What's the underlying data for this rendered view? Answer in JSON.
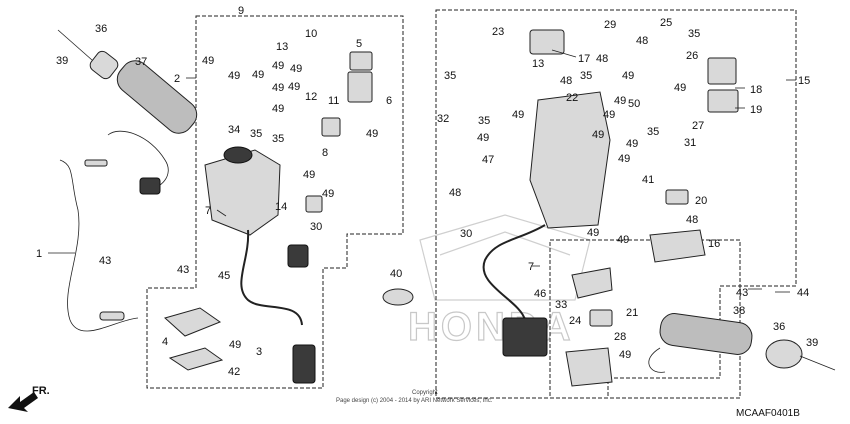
{
  "diagram": {
    "code": "MCAAF0401B",
    "footer": "Page design (c) 2004 - 2014 by ARI Network Services, Inc.",
    "copyright": "Copyright",
    "watermark": "HONDA",
    "direction_label": "FR."
  },
  "callouts": [
    {
      "id": "c1",
      "text": "1"
    },
    {
      "id": "c2",
      "text": "2"
    },
    {
      "id": "c3",
      "text": "3"
    },
    {
      "id": "c4",
      "text": "4"
    },
    {
      "id": "c5",
      "text": "5"
    },
    {
      "id": "c6",
      "text": "6"
    },
    {
      "id": "c7a",
      "text": "7"
    },
    {
      "id": "c7b",
      "text": "7"
    },
    {
      "id": "c8",
      "text": "8"
    },
    {
      "id": "c9",
      "text": "9"
    },
    {
      "id": "c10",
      "text": "10"
    },
    {
      "id": "c11",
      "text": "11"
    },
    {
      "id": "c12",
      "text": "12"
    },
    {
      "id": "c13a",
      "text": "13"
    },
    {
      "id": "c13b",
      "text": "13"
    },
    {
      "id": "c14",
      "text": "14"
    },
    {
      "id": "c15",
      "text": "15"
    },
    {
      "id": "c16",
      "text": "16"
    },
    {
      "id": "c17",
      "text": "17"
    },
    {
      "id": "c18",
      "text": "18"
    },
    {
      "id": "c19",
      "text": "19"
    },
    {
      "id": "c20",
      "text": "20"
    },
    {
      "id": "c21",
      "text": "21"
    },
    {
      "id": "c22",
      "text": "22"
    },
    {
      "id": "c23",
      "text": "23"
    },
    {
      "id": "c24",
      "text": "24"
    },
    {
      "id": "c25",
      "text": "25"
    },
    {
      "id": "c26",
      "text": "26"
    },
    {
      "id": "c27",
      "text": "27"
    },
    {
      "id": "c28",
      "text": "28"
    },
    {
      "id": "c29",
      "text": "29"
    },
    {
      "id": "c30a",
      "text": "30"
    },
    {
      "id": "c30b",
      "text": "30"
    },
    {
      "id": "c31",
      "text": "31"
    },
    {
      "id": "c32",
      "text": "32"
    },
    {
      "id": "c33",
      "text": "33"
    },
    {
      "id": "c34",
      "text": "34"
    },
    {
      "id": "c35a",
      "text": "35"
    },
    {
      "id": "c35b",
      "text": "35"
    },
    {
      "id": "c35c",
      "text": "35"
    },
    {
      "id": "c35d",
      "text": "35"
    },
    {
      "id": "c35e",
      "text": "35"
    },
    {
      "id": "c35f",
      "text": "35"
    },
    {
      "id": "c35g",
      "text": "35"
    },
    {
      "id": "c36a",
      "text": "36"
    },
    {
      "id": "c36b",
      "text": "36"
    },
    {
      "id": "c37",
      "text": "37"
    },
    {
      "id": "c38",
      "text": "38"
    },
    {
      "id": "c39a",
      "text": "39"
    },
    {
      "id": "c39b",
      "text": "39"
    },
    {
      "id": "c40",
      "text": "40"
    },
    {
      "id": "c41",
      "text": "41"
    },
    {
      "id": "c42",
      "text": "42"
    },
    {
      "id": "c43a",
      "text": "43"
    },
    {
      "id": "c43b",
      "text": "43"
    },
    {
      "id": "c43c",
      "text": "43"
    },
    {
      "id": "c44",
      "text": "44"
    },
    {
      "id": "c45",
      "text": "45"
    },
    {
      "id": "c46",
      "text": "46"
    },
    {
      "id": "c47",
      "text": "47"
    },
    {
      "id": "c48a",
      "text": "48"
    },
    {
      "id": "c48b",
      "text": "48"
    },
    {
      "id": "c48c",
      "text": "48"
    },
    {
      "id": "c48d",
      "text": "48"
    },
    {
      "id": "c48e",
      "text": "48"
    },
    {
      "id": "c49a",
      "text": "49"
    },
    {
      "id": "c49b",
      "text": "49"
    },
    {
      "id": "c49c",
      "text": "49"
    },
    {
      "id": "c49d",
      "text": "49"
    },
    {
      "id": "c49e",
      "text": "49"
    },
    {
      "id": "c49f",
      "text": "49"
    },
    {
      "id": "c49g",
      "text": "49"
    },
    {
      "id": "c49h",
      "text": "49"
    },
    {
      "id": "c49i",
      "text": "49"
    },
    {
      "id": "c49j",
      "text": "49"
    },
    {
      "id": "c49k",
      "text": "49"
    },
    {
      "id": "c49l",
      "text": "49"
    },
    {
      "id": "c49m",
      "text": "49"
    },
    {
      "id": "c49n",
      "text": "49"
    },
    {
      "id": "c49o",
      "text": "49"
    },
    {
      "id": "c49p",
      "text": "49"
    },
    {
      "id": "c49q",
      "text": "49"
    },
    {
      "id": "c49r",
      "text": "49"
    },
    {
      "id": "c49s",
      "text": "49"
    },
    {
      "id": "c49t",
      "text": "49"
    },
    {
      "id": "c49u",
      "text": "49"
    },
    {
      "id": "c49v",
      "text": "49"
    },
    {
      "id": "c49w",
      "text": "49"
    },
    {
      "id": "c49x",
      "text": "49"
    },
    {
      "id": "c50",
      "text": "50"
    }
  ]
}
